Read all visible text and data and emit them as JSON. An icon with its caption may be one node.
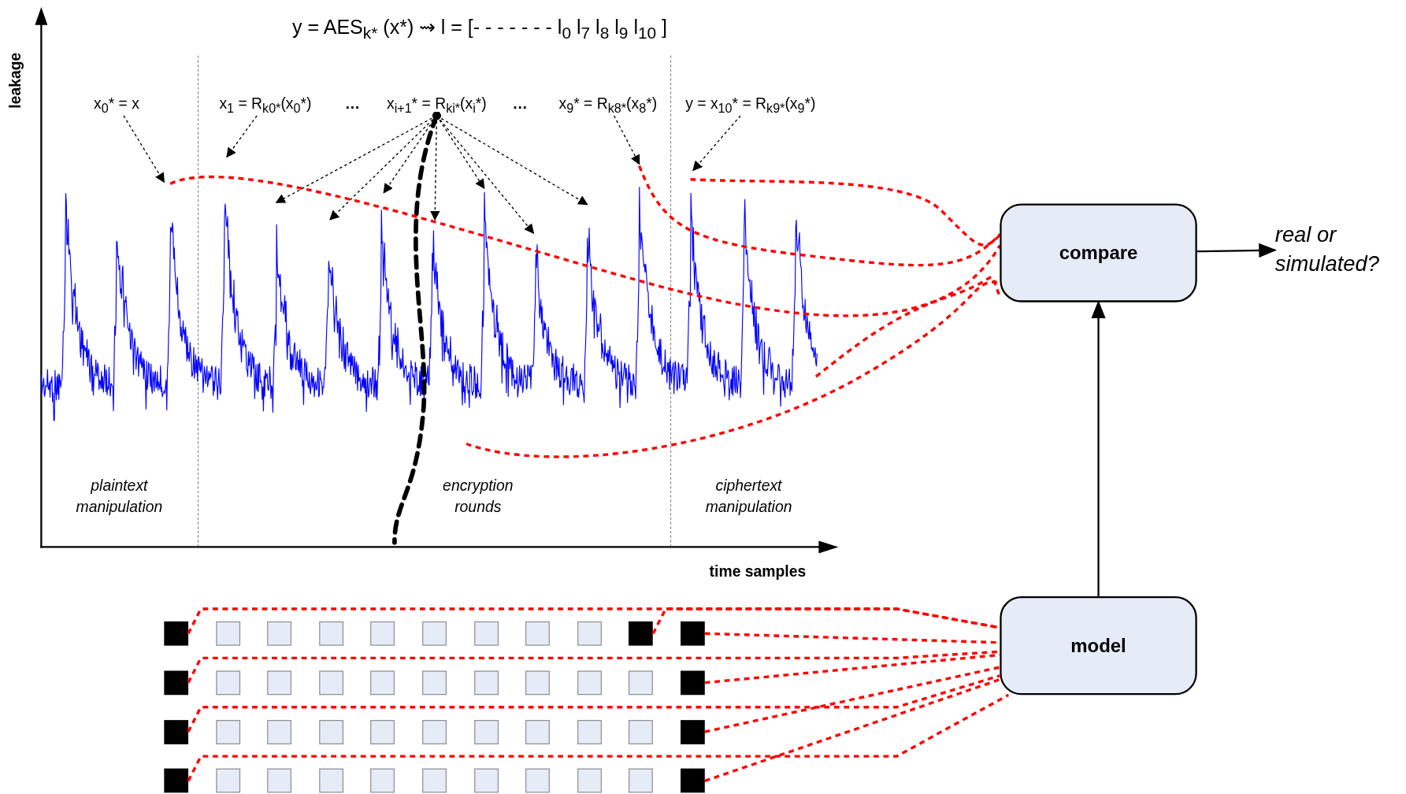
{
  "diagram": {
    "title": "y = AES$_{k*}$ (x*) ⇝ l = [- - - - - - - l$_{0}$ l$_{7}$ l$_{8}$ l$_{9}$ l$_{10}$ ]",
    "nodes": [
      {
        "text": [
          "x$_{0}$* = x"
        ]
      },
      {
        "text": [
          "x$_{1}$ = R$_{k0*}$(x$_{0}$*)"
        ]
      },
      {
        "text": [
          "x$_{i+1}$* = R$_{ki*}$(x$_{i}$*)"
        ]
      },
      {
        "text": [
          "x$_{9}$* = R$_{k8*}$(x$_{8}$*)"
        ]
      },
      {
        "text": [
          "y = x$_{10}$* = R$_{k9*}$(x$_{9}$*)"
        ]
      },
      {
        "text": [
          "compare"
        ]
      },
      {
        "text": [
          "real or simulated?"
        ]
      },
      {
        "text": [
          "model"
        ]
      },
      {
        "text": [],
        "shape": "box"
      },
      {
        "text": [],
        "shape": "box"
      },
      {
        "text": [],
        "shape": "box"
      },
      {
        "text": [],
        "shape": "box"
      },
      {
        "text": [],
        "shape": "box"
      },
      {
        "text": [],
        "shape": "box"
      },
      {
        "text": [],
        "shape": "box"
      },
      {
        "text": [],
        "shape": "box"
      },
      {
        "text": [],
        "shape": "box"
      },
      {
        "text": [],
        "shape": "box"
      },
      {
        "text": [],
        "shape": "box"
      },
      {
        "text": [],
        "shape": "box"
      },
      {
        "text": [],
        "shape": "box"
      },
      {
        "text": [],
        "shape": "box"
      },
      {
        "text": [],
        "shape": "box"
      },
      {
        "text": [],
        "shape": "box"
      },
      {
        "text": [],
        "shape": "box"
      },
      {
        "text": [],
        "shape": "box"
      },
      {
        "text": [],
        "shape": "box"
      },
      {
        "text": [],
        "shape": "box"
      },
      {
        "text": [],
        "shape": "box"
      },
      {
        "text": [],
        "shape": "box"
      },
      {
        "text": [],
        "shape": "box"
      },
      {
        "text": [],
        "shape": "box"
      },
      {
        "text": [],
        "shape": "box"
      },
      {
        "text": [],
        "shape": "box"
      },
      {
        "text": [],
        "shape": "box"
      },
      {
        "text": [],
        "shape": "box"
      },
      {
        "text": [],
        "shape": "box"
      },
      {
        "text": [],
        "shape": "box"
      },
      {
        "text": [],
        "shape": "box"
      },
      {
        "text": [],
        "shape": "box"
      },
      {
        "text": [],
        "shape": "box"
      },
      {
        "text": [],
        "shape": "box"
      },
      {
        "text": [],
        "shape": "box"
      },
      {
        "text": [],
        "shape": "box"
      },
      {
        "text": [],
        "shape": "box"
      },
      {
        "text": [],
        "shape": "box"
      },
      {
        "text": [],
        "shape": "box"
      },
      {
        "text": [],
        "shape": "box"
      },
      {
        "text": [],
        "shape": "box"
      },
      {
        "text": [],
        "shape": "box"
      },
      {
        "text": [],
        "shape": "box"
      },
      {
        "text": [],
        "shape": "box"
      }
    ],
    "edges": [
      {
        "from": 0,
        "to": null,
        "arrow": "to",
        "style": "dashed"
      },
      {
        "from": 1,
        "to": null,
        "arrow": "to",
        "style": "dashed"
      },
      {
        "from": 2,
        "to": null,
        "arrow": "to",
        "style": "dashed"
      },
      {
        "from": 2,
        "to": null,
        "arrow": "to",
        "style": "dashed"
      },
      {
        "from": 2,
        "to": null,
        "arrow": "to",
        "style": "dashed"
      },
      {
        "from": 2,
        "to": null,
        "arrow": "to",
        "style": "dashed"
      },
      {
        "from": 2,
        "to": null,
        "arrow": "to",
        "style": "dashed"
      },
      {
        "from": 2,
        "to": null,
        "arrow": "to",
        "style": "dashed"
      },
      {
        "from": 2,
        "to": null,
        "arrow": "to",
        "style": "dashed"
      },
      {
        "from": 2,
        "to": null,
        "arrow": "none",
        "style": "dashed"
      },
      {
        "from": 3,
        "to": null,
        "arrow": "to",
        "style": "dashed"
      },
      {
        "from": 4,
        "to": null,
        "arrow": "to",
        "style": "dashed"
      },
      {
        "from": null,
        "to": 5,
        "arrow": "none",
        "style": "dashed",
        "color": "#ff0000"
      },
      {
        "from": null,
        "to": 5,
        "arrow": "none",
        "style": "dashed",
        "color": "#ff0000"
      },
      {
        "from": null,
        "to": 5,
        "arrow": "none",
        "style": "dashed",
        "color": "#ff0000"
      },
      {
        "from": null,
        "to": 5,
        "arrow": "none",
        "style": "dashed",
        "color": "#ff0000"
      },
      {
        "from": null,
        "to": 5,
        "arrow": "none",
        "style": "dashed",
        "color": "#ff0000"
      },
      {
        "from": 5,
        "to": 6,
        "arrow": "to"
      },
      {
        "from": 7,
        "to": 5,
        "arrow": "to"
      },
      {
        "from": 8,
        "to": 7,
        "arrow": "none",
        "style": "dashed",
        "color": "#ff0000"
      },
      {
        "from": 17,
        "to": 7,
        "arrow": "none",
        "style": "dashed",
        "color": "#ff0000"
      },
      {
        "from": 18,
        "to": 7,
        "arrow": "none",
        "style": "dashed",
        "color": "#ff0000"
      },
      {
        "from": 19,
        "to": 7,
        "arrow": "none",
        "style": "dashed",
        "color": "#ff0000"
      },
      {
        "from": 29,
        "to": 7,
        "arrow": "none",
        "style": "dashed",
        "color": "#ff0000"
      },
      {
        "from": 30,
        "to": 7,
        "arrow": "none",
        "style": "dashed",
        "color": "#ff0000"
      },
      {
        "from": 40,
        "to": 7,
        "arrow": "none",
        "style": "dashed",
        "color": "#ff0000"
      },
      {
        "from": 41,
        "to": 7,
        "arrow": "none",
        "style": "dashed",
        "color": "#ff0000"
      },
      {
        "from": 51,
        "to": 7,
        "arrow": "none",
        "style": "dashed",
        "color": "#ff0000"
      }
    ],
    "labels": [
      "leakage",
      "…",
      "…",
      "plaintext manipulation",
      "encryption rounds",
      "ciphertext manipulation",
      "time samples"
    ]
  }
}
